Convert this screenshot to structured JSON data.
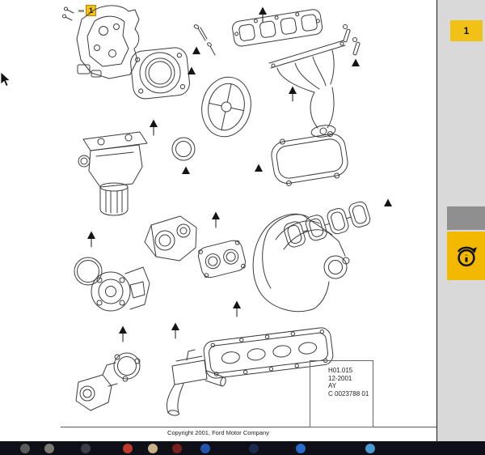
{
  "colors": {
    "accent_yellow": "#f2c115",
    "action_yellow": "#f3b800",
    "sidebar_gray": "#d9d9d9",
    "separator_gray": "#8f8f8f",
    "line_art": "#3b3b3b",
    "taskbar_bg": "#0f0f18"
  },
  "page_marker": {
    "number": "1"
  },
  "sidebar": {
    "page_button": {
      "label": "1"
    },
    "action_button": {
      "icon": "circular-arrow-info-icon"
    }
  },
  "drawing": {
    "title_block": {
      "sheet": "H01.015",
      "date": "12-2001",
      "code": "AY",
      "ref": "C 0023788 01"
    },
    "copyright": "Copyright 2001, Ford Motor Company",
    "callout_symbol": "filled-triangle-marker"
  },
  "cursor_icon": "arrow-pointer-icon",
  "taskbar": {
    "icons": [
      "app-icon-1",
      "app-icon-2",
      "app-icon-3",
      "app-icon-4",
      "app-icon-5",
      "app-icon-6",
      "app-icon-7",
      "app-icon-8",
      "app-icon-9",
      "app-icon-10"
    ]
  }
}
